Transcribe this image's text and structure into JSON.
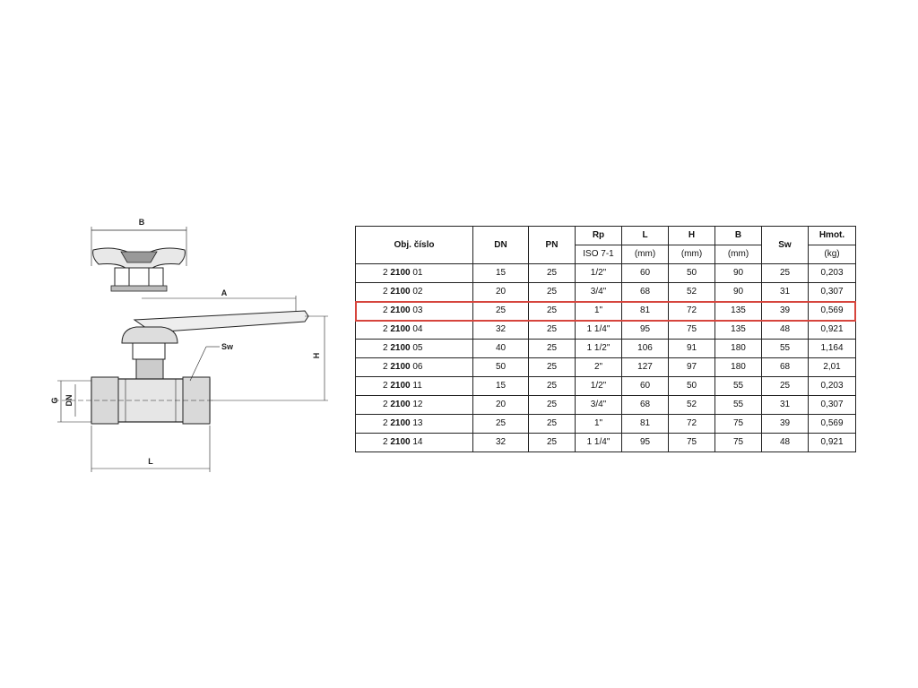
{
  "drawing": {
    "labels": {
      "b": "B",
      "a": "A",
      "sw": "Sw",
      "h": "H",
      "g": "G",
      "dn": "DN",
      "l": "L"
    }
  },
  "table": {
    "headers": {
      "obj": "Obj. číslo",
      "dn": "DN",
      "pn": "PN",
      "rp": "Rp",
      "rp_sub": "ISO 7-1",
      "l": "L",
      "l_sub": "(mm)",
      "h": "H",
      "h_sub": "(mm)",
      "b": "B",
      "b_sub": "(mm)",
      "sw": "Sw",
      "hmot": "Hmot.",
      "hmot_sub": "(kg)"
    },
    "highlight_color": "#d6453d",
    "rows": [
      {
        "prefix": "2",
        "mid": "2100",
        "suffix": "01",
        "dn": "15",
        "pn": "25",
        "rp": "1/2\"",
        "l": "60",
        "h": "50",
        "b": "90",
        "sw": "25",
        "hmot": "0,203",
        "highlighted": false
      },
      {
        "prefix": "2",
        "mid": "2100",
        "suffix": "02",
        "dn": "20",
        "pn": "25",
        "rp": "3/4\"",
        "l": "68",
        "h": "52",
        "b": "90",
        "sw": "31",
        "hmot": "0,307",
        "highlighted": false
      },
      {
        "prefix": "2",
        "mid": "2100",
        "suffix": "03",
        "dn": "25",
        "pn": "25",
        "rp": "1\"",
        "l": "81",
        "h": "72",
        "b": "135",
        "sw": "39",
        "hmot": "0,569",
        "highlighted": true
      },
      {
        "prefix": "2",
        "mid": "2100",
        "suffix": "04",
        "dn": "32",
        "pn": "25",
        "rp": "1 1/4\"",
        "l": "95",
        "h": "75",
        "b": "135",
        "sw": "48",
        "hmot": "0,921",
        "highlighted": false
      },
      {
        "prefix": "2",
        "mid": "2100",
        "suffix": "05",
        "dn": "40",
        "pn": "25",
        "rp": "1 1/2\"",
        "l": "106",
        "h": "91",
        "b": "180",
        "sw": "55",
        "hmot": "1,164",
        "highlighted": false
      },
      {
        "prefix": "2",
        "mid": "2100",
        "suffix": "06",
        "dn": "50",
        "pn": "25",
        "rp": "2\"",
        "l": "127",
        "h": "97",
        "b": "180",
        "sw": "68",
        "hmot": "2,01",
        "highlighted": false
      },
      {
        "prefix": "2",
        "mid": "2100",
        "suffix": "11",
        "dn": "15",
        "pn": "25",
        "rp": "1/2\"",
        "l": "60",
        "h": "50",
        "b": "55",
        "sw": "25",
        "hmot": "0,203",
        "highlighted": false
      },
      {
        "prefix": "2",
        "mid": "2100",
        "suffix": "12",
        "dn": "20",
        "pn": "25",
        "rp": "3/4\"",
        "l": "68",
        "h": "52",
        "b": "55",
        "sw": "31",
        "hmot": "0,307",
        "highlighted": false
      },
      {
        "prefix": "2",
        "mid": "2100",
        "suffix": "13",
        "dn": "25",
        "pn": "25",
        "rp": "1\"",
        "l": "81",
        "h": "72",
        "b": "75",
        "sw": "39",
        "hmot": "0,569",
        "highlighted": false
      },
      {
        "prefix": "2",
        "mid": "2100",
        "suffix": "14",
        "dn": "32",
        "pn": "25",
        "rp": "1 1/4\"",
        "l": "95",
        "h": "75",
        "b": "75",
        "sw": "48",
        "hmot": "0,921",
        "highlighted": false
      }
    ]
  }
}
